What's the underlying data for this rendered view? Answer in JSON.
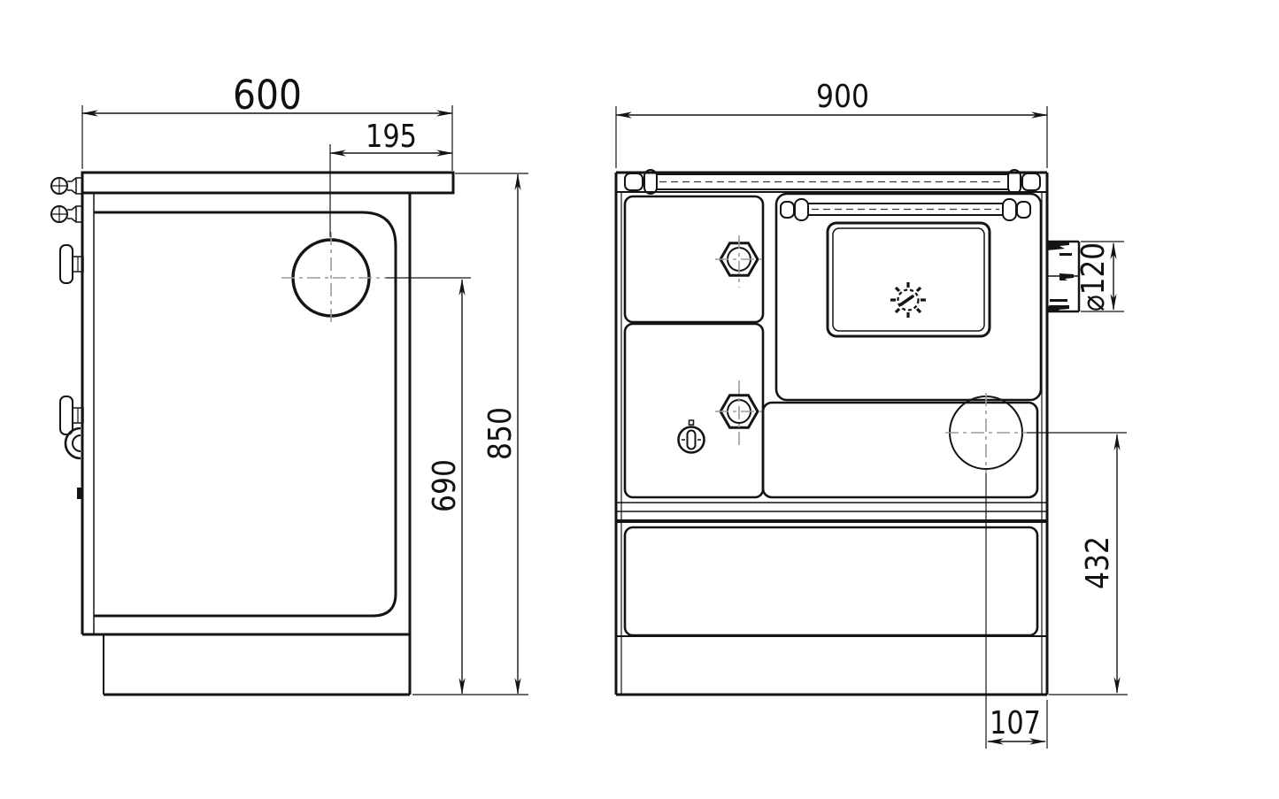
{
  "drawing": {
    "background": "#ffffff",
    "line_color": "#141414",
    "centerline_color": "#9c9c9c"
  },
  "side_view": {
    "dimensions": {
      "width": "600",
      "flue_offset_from_right": "195",
      "overall_height": "850",
      "flue_center_to_floor": "690"
    }
  },
  "front_view": {
    "dimensions": {
      "width": "900",
      "flue_diameter": "⌀120",
      "circle_center_to_floor": "432",
      "circle_center_to_right_edge": "107"
    }
  }
}
